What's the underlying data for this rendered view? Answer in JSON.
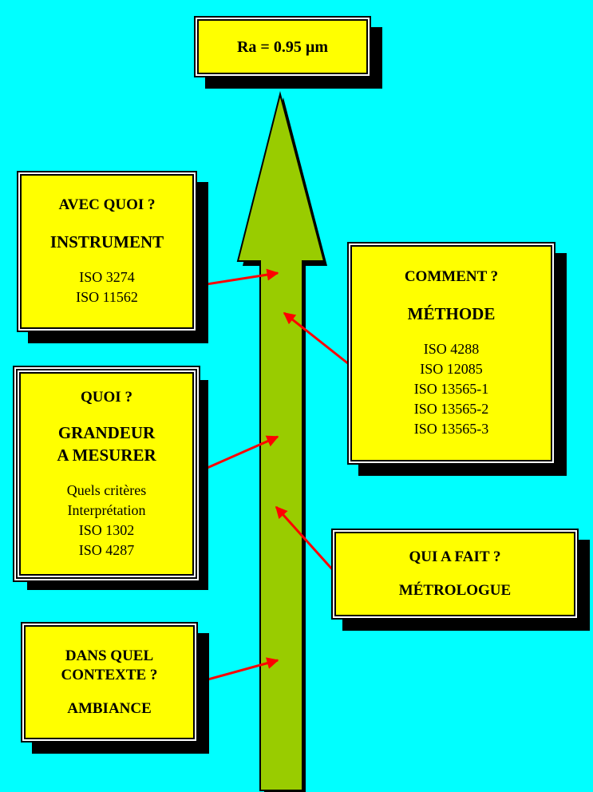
{
  "colors": {
    "background": "#00FFFF",
    "box_fill": "#FFFF00",
    "arrow_fill": "#99CC00",
    "connector": "#FF0000"
  },
  "result": {
    "text": "Ra = 0.95 µm"
  },
  "avec_quoi": {
    "heading": "AVEC QUOI ?",
    "title": "INSTRUMENT",
    "standards": [
      "ISO 3274",
      "ISO 11562"
    ]
  },
  "quoi": {
    "heading": "QUOI ?",
    "title_line1": "GRANDEUR",
    "title_line2": "A MESURER",
    "lines": [
      "Quels critères",
      "Interprétation",
      "ISO 1302",
      "ISO 4287"
    ]
  },
  "contexte": {
    "heading_line1": "DANS QUEL",
    "heading_line2": "CONTEXTE ?",
    "title": "AMBIANCE"
  },
  "comment": {
    "heading": "COMMENT ?",
    "title": "MÉTHODE",
    "standards": [
      "ISO 4288",
      "ISO 12085",
      "ISO 13565-1",
      "ISO 13565-2",
      "ISO 13565-3"
    ]
  },
  "qui": {
    "heading": "QUI A FAIT ?",
    "title": "MÉTROLOGUE"
  }
}
